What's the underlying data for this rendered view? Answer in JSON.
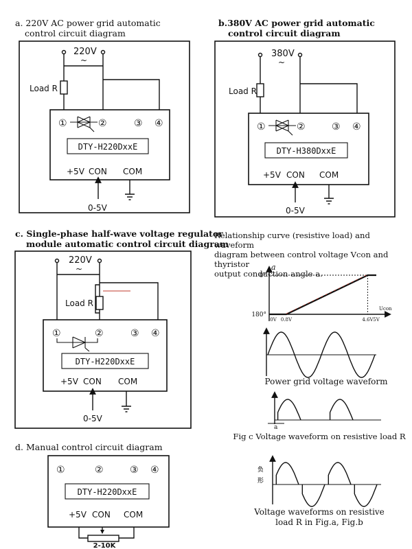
{
  "captions": {
    "a_line1": "a. 220V AC power grid automatic",
    "a_line2": "control circuit diagram",
    "b_line1": "b.380V AC power grid automatic",
    "b_line2": "control circuit diagram",
    "c_line1": "c. Single-phase half-wave voltage regulator",
    "c_line2": "module automatic control circuit diagram",
    "d_line1": "d. Manual control circuit diagram",
    "rel_line1": "Relationship curve (resistive load) and waveform",
    "rel_line2": "diagram between control voltage Vcon and thyristor",
    "rel_line3": "output conduction angle a."
  },
  "circuits": {
    "a": {
      "voltage": "220V",
      "module": "DTY-H220DxxE",
      "load": "Load R",
      "control": "0-5V"
    },
    "b": {
      "voltage": "380V",
      "module": "DTY-H380DxxE",
      "load": "Load R",
      "control": "0-5V"
    },
    "c": {
      "voltage": "220V",
      "module": "DTY-H220DxxE",
      "load": "Load R",
      "control": "0-5V"
    },
    "d": {
      "module": "DTY-H220DxxE",
      "pot": "2-10K"
    }
  },
  "terminals": {
    "t1": "①",
    "t2": "②",
    "t3": "③",
    "t4": "④"
  },
  "pins": {
    "p5v": "+5V",
    "con": "CON",
    "com": "COM"
  },
  "ac_symbol": "~",
  "waveforms": {
    "grid_caption": "Power grid voltage waveform",
    "fig_c_caption": "Fig c Voltage waveform on resistive load R",
    "ab_caption_line1": "Voltage waveforms on resistive",
    "ab_caption_line2": "load R in Fig.a, Fig.b",
    "alpha": "a",
    "glyph1": "负",
    "glyph2": "形"
  },
  "chart_data": {
    "type": "line",
    "title": "",
    "ylabel": "a",
    "xlabel": "Ucon",
    "x_ticks": [
      "0V",
      "0.8V",
      "4.6V",
      "5V"
    ],
    "y_ticks": [
      "0°",
      "180°"
    ],
    "x": [
      0,
      0.8,
      4.6,
      5
    ],
    "y": [
      180,
      180,
      0,
      0
    ]
  },
  "colors": {
    "line": "#111111",
    "accent_red": "#c0392b"
  }
}
